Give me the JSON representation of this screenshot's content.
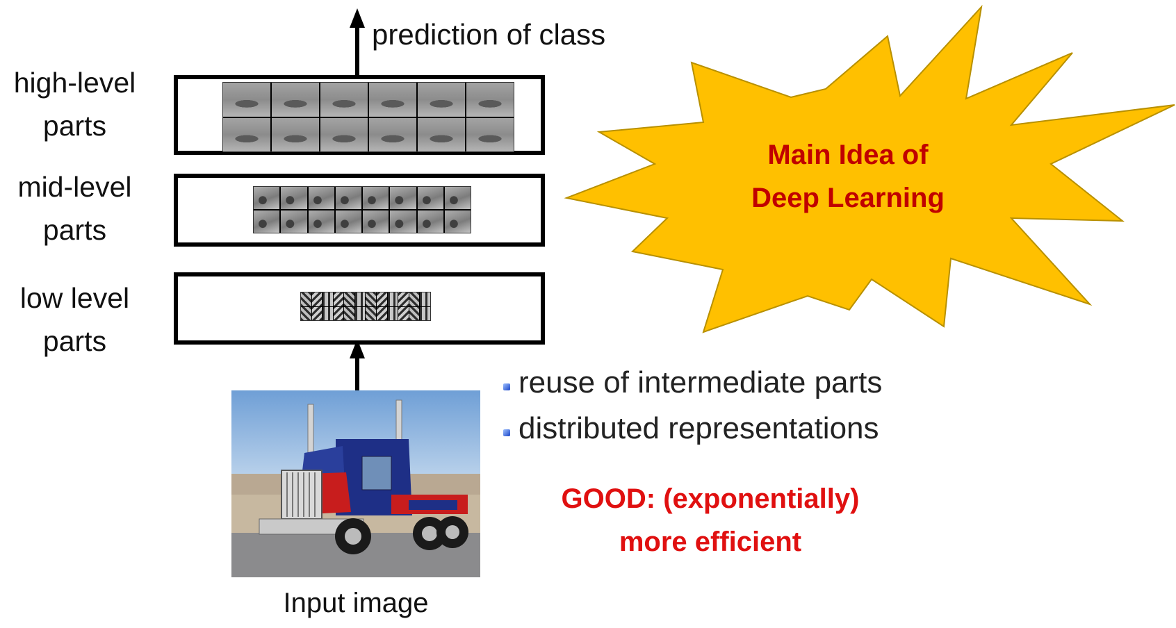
{
  "layers": [
    {
      "id": "high",
      "label_line1": "high-level",
      "label_line2": "parts"
    },
    {
      "id": "mid",
      "label_line1": "mid-level",
      "label_line2": "parts"
    },
    {
      "id": "low",
      "label_line1": "low level",
      "label_line2": "parts"
    }
  ],
  "output_label": "prediction of class",
  "input_caption": "Input image",
  "bullets": [
    "reuse of intermediate parts",
    "distributed representations"
  ],
  "good_line1": "GOOD: (exponentially)",
  "good_line2": "more efficient",
  "burst_line1": "Main Idea of",
  "burst_line2": "Deep Learning",
  "colors": {
    "burst_fill": "#FFC000",
    "burst_text": "#C00000",
    "good_text": "#E01010",
    "bullet": "#1A46C8"
  }
}
